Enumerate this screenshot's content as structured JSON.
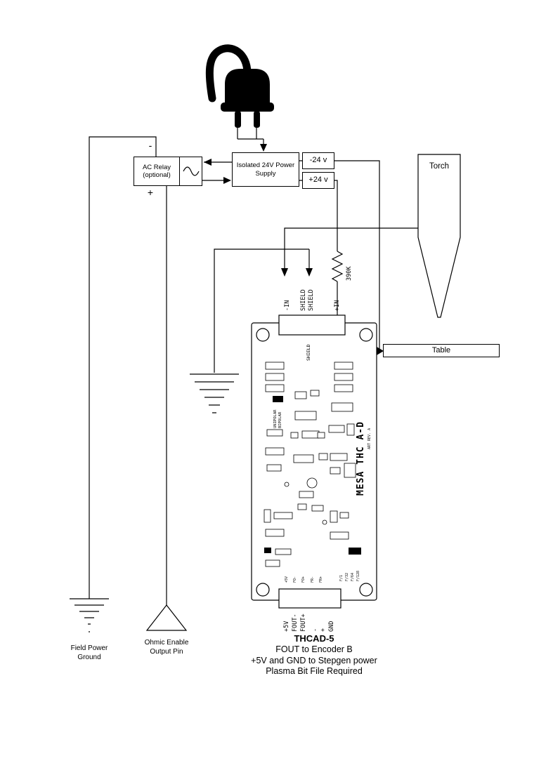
{
  "colors": {
    "ink": "#000000",
    "background": "#ffffff"
  },
  "diagram": {
    "ac_relay": {
      "line1": "AC Relay",
      "line2": "(optional)",
      "minus": "-",
      "plus": "+"
    },
    "supply": {
      "line1": "Isolated 24V Power",
      "line2": "Supply"
    },
    "neg24_label": "-24 v",
    "pos24_label": "+24 v",
    "torch_label": "Torch",
    "table_label": "Table",
    "resistor_label": "390K",
    "terminals_top": [
      "-IN",
      "SHIELD",
      "SHIELD",
      "+IN"
    ],
    "terminals_bottom": [
      "+5V",
      "FOUT-",
      "FOUT+",
      "-",
      "+",
      "GND"
    ],
    "board": {
      "silk_shield": "SHIELD",
      "silk_unipolar": "UNIPOLAR",
      "silk_bipolar": "BIPOLAR",
      "logo": "MESA THC A-D",
      "rev": "ART REV. A",
      "freq_jumpers": [
        "F/1",
        "F/32",
        "F/64",
        "F/128"
      ],
      "pin_silk": [
        "+5V",
        "FO-",
        "FO+",
        "FR-",
        "FR+"
      ]
    },
    "field_ground": {
      "line1": "Field Power",
      "line2": "Ground"
    },
    "ohmic": {
      "line1": "Ohmic Enable",
      "line2": "Output Pin"
    },
    "footer": {
      "title": "THCAD-5",
      "line1": "FOUT to  Encoder B",
      "line2": "+5V and GND to Stepgen power",
      "line3": "Plasma Bit File Required"
    }
  }
}
